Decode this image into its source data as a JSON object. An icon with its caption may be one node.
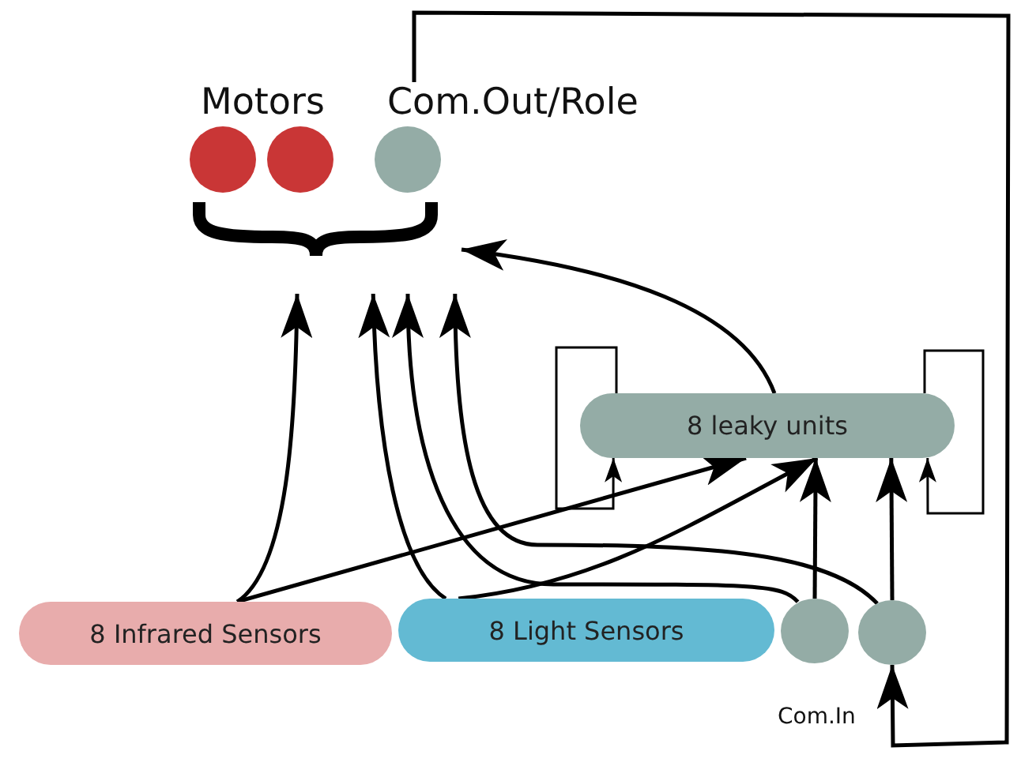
{
  "diagram": {
    "nodes": [
      {
        "text": [],
        "shape": "circle"
      },
      {
        "text": [],
        "shape": "circle"
      },
      {
        "text": [
          "Com.Out/Role"
        ]
      },
      {
        "text": [],
        "shape": "brace"
      },
      {
        "text": [
          "8 leaky units"
        ]
      },
      {
        "text": [
          "8 Infrared Sensors"
        ]
      },
      {
        "text": [
          "8 Light Sensors"
        ]
      },
      {
        "text": [],
        "shape": "circle"
      },
      {
        "text": [],
        "shape": "circle"
      }
    ],
    "edges": [
      {
        "from": 5,
        "to": 3,
        "arrow": "to"
      },
      {
        "from": 6,
        "to": 3,
        "arrow": "to"
      },
      {
        "from": 7,
        "to": 3,
        "arrow": "to"
      },
      {
        "from": 8,
        "to": 3,
        "arrow": "to"
      },
      {
        "from": 4,
        "to": 3,
        "arrow": "to"
      },
      {
        "from": 5,
        "to": 4,
        "arrow": "to"
      },
      {
        "from": 6,
        "to": 4,
        "arrow": "to"
      },
      {
        "from": 7,
        "to": 4,
        "arrow": "to"
      },
      {
        "from": 8,
        "to": 4,
        "arrow": "to"
      },
      {
        "from": 4,
        "to": 4,
        "arrow": "to"
      },
      {
        "from": 4,
        "to": 4,
        "arrow": "to"
      },
      {
        "from": 2,
        "to": 8,
        "arrow": "to"
      }
    ],
    "labels": [
      "Motors",
      "Com.In"
    ]
  }
}
